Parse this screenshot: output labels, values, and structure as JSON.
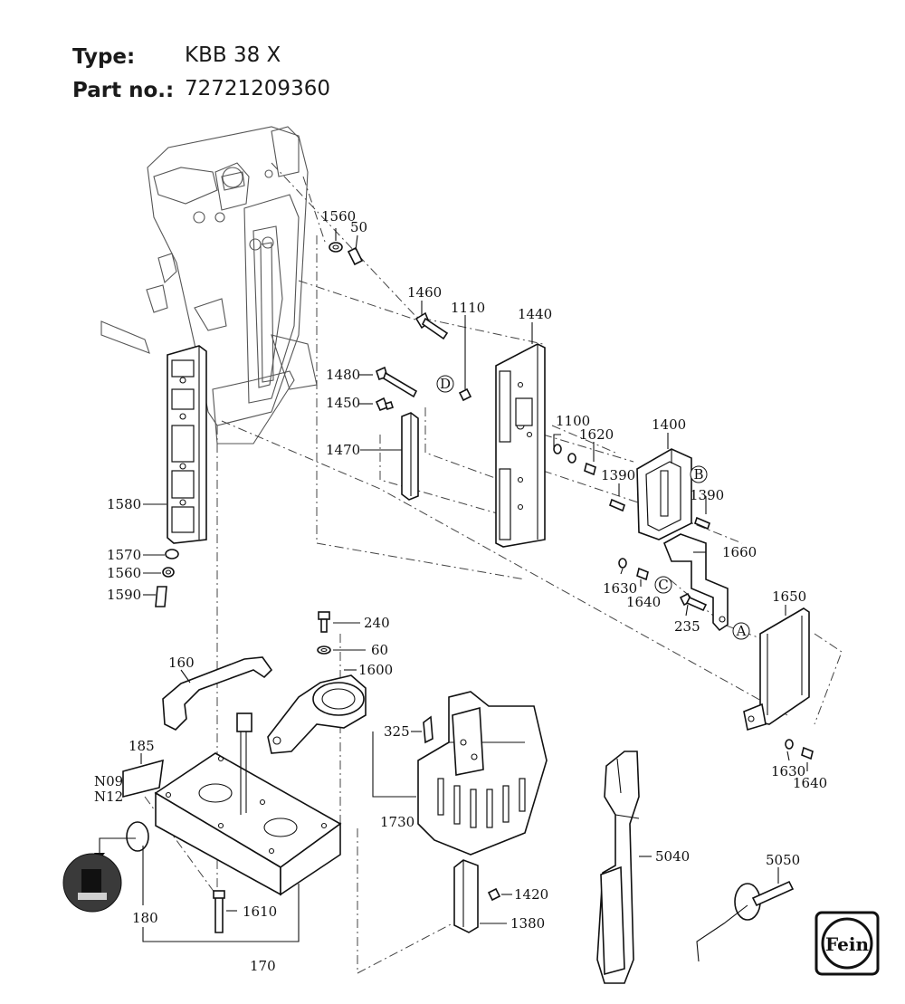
{
  "header": {
    "type_label": "Type:",
    "type_value": "KBB 38 X",
    "part_label": "Part no.:",
    "part_value": "72721209360"
  },
  "callouts": {
    "c1560a": "1560",
    "c50": "50",
    "c1460": "1460",
    "c1110": "1110",
    "c1440": "1440",
    "c1480": "1480",
    "c1450": "1450",
    "c1470": "1470",
    "c1100": "1100",
    "c1620": "1620",
    "c1400": "1400",
    "c1390a": "1390",
    "c1390b": "1390",
    "c1580": "1580",
    "c1570": "1570",
    "c1560b": "1560",
    "c1590": "1590",
    "c1660": "1660",
    "c1630a": "1630",
    "c1640a": "1640",
    "c235": "235",
    "c1650": "1650",
    "c240": "240",
    "c60": "60",
    "c160": "160",
    "c1600": "1600",
    "c185": "185",
    "cN09": "N09",
    "cN12": "N12",
    "c325": "325",
    "c1730": "1730",
    "c1630b": "1630",
    "c1640b": "1640",
    "c5040": "5040",
    "c5050": "5050",
    "c1420": "1420",
    "c1380": "1380",
    "c1610": "1610",
    "c180": "180",
    "c170": "170"
  },
  "markers": {
    "A": "A",
    "B": "B",
    "C": "C",
    "D": "D"
  },
  "icons": {
    "logo": "fein-logo",
    "mount_hint": "magnet-mount-icon"
  }
}
